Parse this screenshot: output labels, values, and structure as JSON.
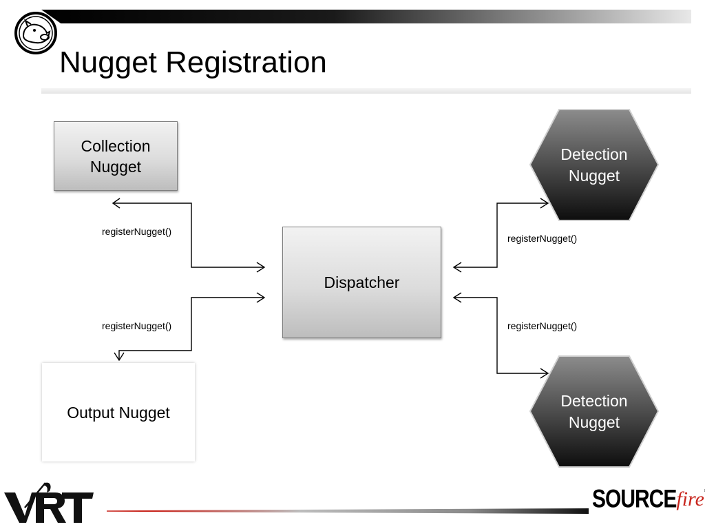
{
  "slide": {
    "title": "Nugget Registration"
  },
  "nodes": {
    "collection": "Collection\nNugget",
    "dispatcher": "Dispatcher",
    "output": "Output Nugget",
    "detection_top": [
      "Detection",
      "Nugget"
    ],
    "detection_bottom": [
      "Detection",
      "Nugget"
    ]
  },
  "edges": {
    "collection_label": "registerNugget()",
    "output_label": "registerNugget()",
    "detection_top_label": "registerNugget()",
    "detection_bottom_label": "registerNugget()"
  },
  "footer": {
    "left_logo": "VRT",
    "right_logo_bold": "SOURCE",
    "right_logo_script": "fire"
  },
  "colors": {
    "hexagon_top": "#8c8c8c",
    "hexagon_bottom": "#0d0d0d",
    "brand_red": "#c8261e"
  },
  "icons": {
    "corner_logo": "pig-mascot-icon"
  }
}
